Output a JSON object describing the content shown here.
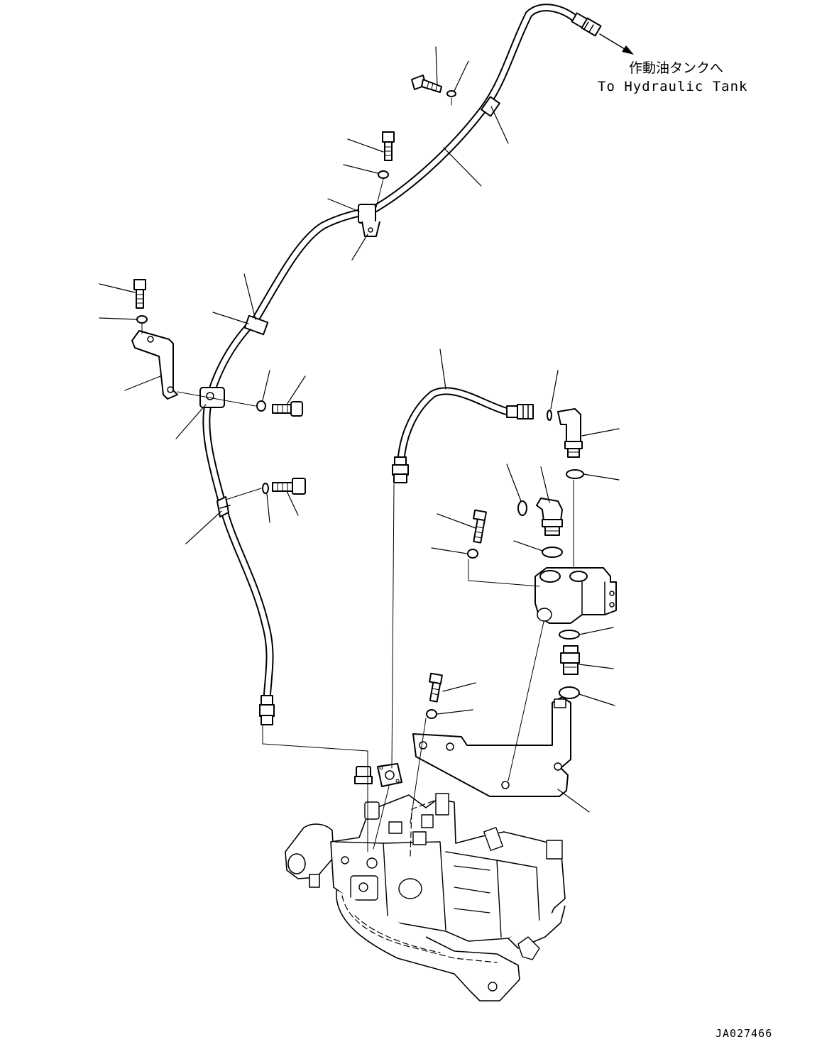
{
  "annotation": {
    "japanese": "作動油タンクへ",
    "english": "To Hydraulic Tank"
  },
  "drawing_number": "JA027466",
  "colors": {
    "ink": "#000000",
    "paper": "#ffffff"
  }
}
